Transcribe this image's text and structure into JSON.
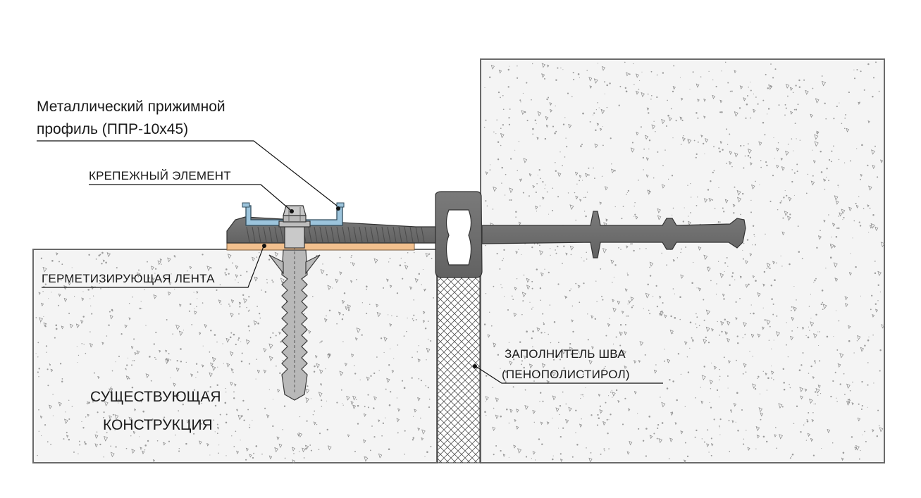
{
  "labels": {
    "profile_line1": "Металлический прижимной",
    "profile_line2": "профиль (ППР-10х45)",
    "fastener": "КРЕПЕЖНЫЙ ЭЛЕМЕНТ",
    "sealing_tape": "ГЕРМЕТИЗИРУЮЩАЯ ЛЕНТА",
    "filler_line1": "ЗАПОЛНИТЕЛЬ ШВА",
    "filler_line2": "(ПЕНОПОЛИСТИРОЛ)",
    "structure_line1": "СУЩЕСТВУЮЩАЯ",
    "structure_line2": "КОНСТРУКЦИЯ"
  },
  "colors": {
    "concrete_fill": "#f4f4f4",
    "concrete_outline": "#6a6a6a",
    "waterstop": "#6f6f6f",
    "metal_profile": "#9cc4dc",
    "sealing_tape": "#f2c08e",
    "anchor": "#b9b9b9",
    "filler_hatch": "#555555"
  }
}
